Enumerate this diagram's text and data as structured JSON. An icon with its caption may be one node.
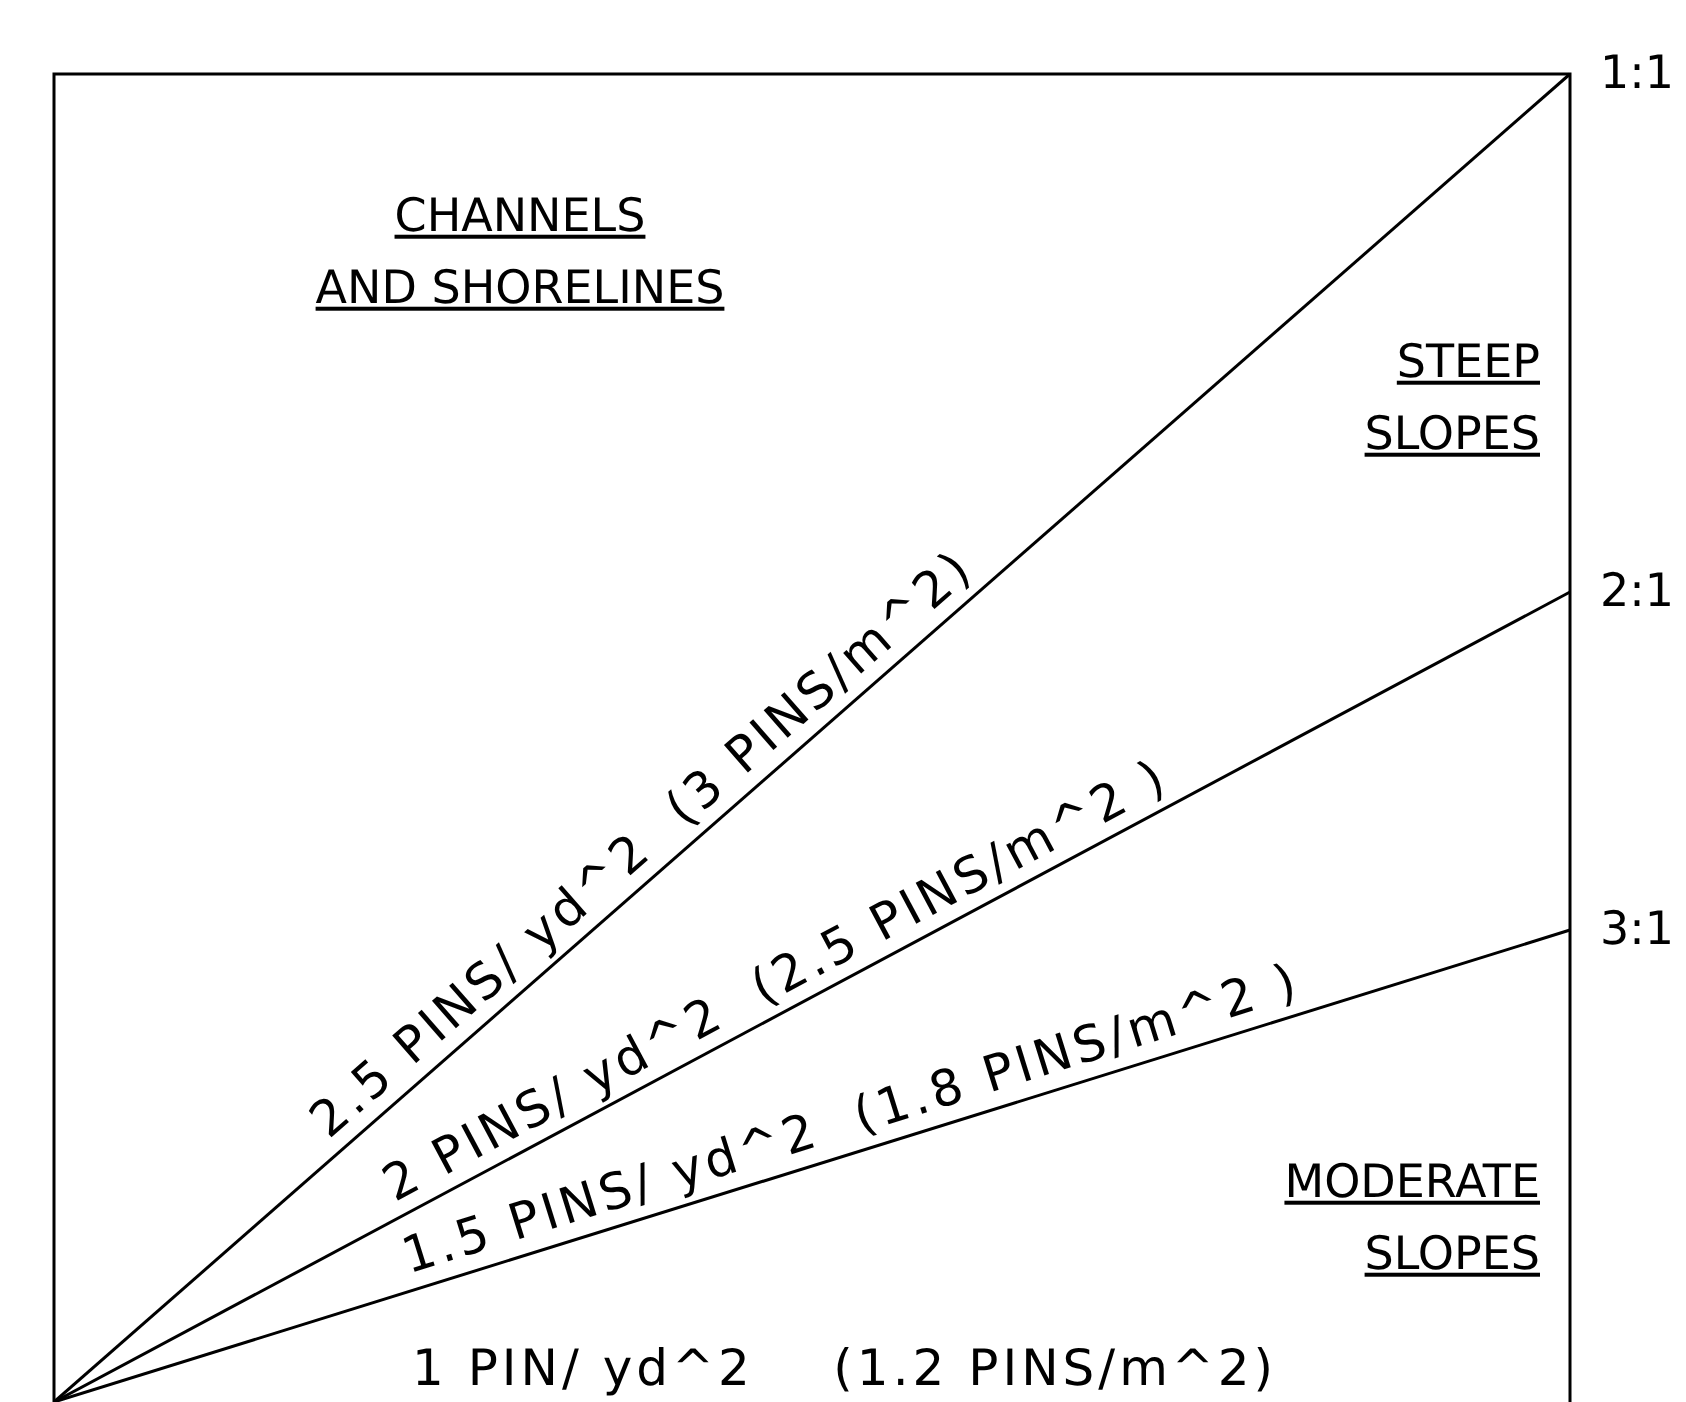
{
  "diagram": {
    "labels": [
      "1:1",
      "CHANNELS AND SHORELINES",
      "STEEP SLOPES",
      "2:1",
      "2.5 PINS/ yd^2  (3 PINS/m^2)",
      "2 PINS/ yd^2  (2.5 PINS/m^2 )",
      "3:1",
      "1.5 PINS/ yd^2  (1.8 PINS/m^2 )",
      "MODERATE SLOPES",
      "1 PIN/ yd^2    (1.2 PINS/m^2)"
    ]
  }
}
